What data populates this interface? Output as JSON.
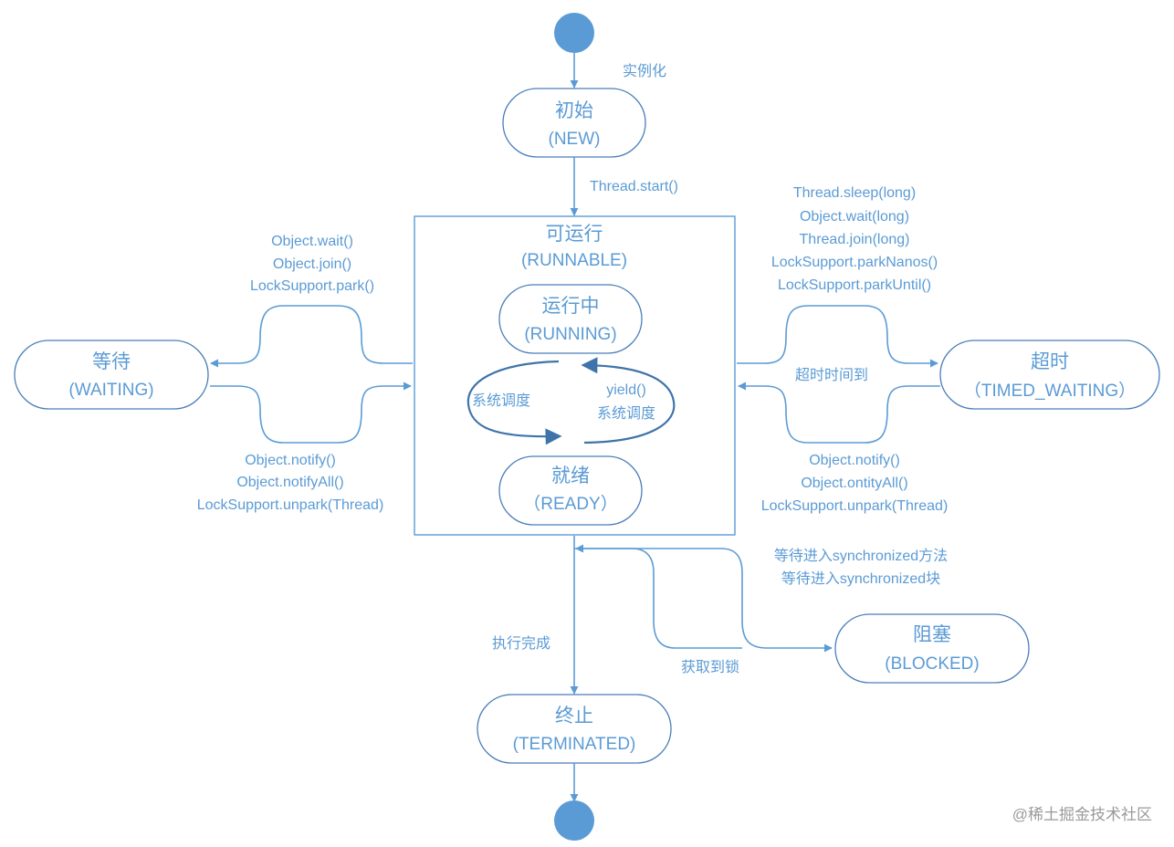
{
  "diagram": {
    "title": "Java Thread State Transition Diagram",
    "colors": {
      "primary": "#5b9bd5",
      "node_border": "#4a7eb8",
      "cycle_arrow": "#3f74aa",
      "watermark": "#9a9a9a"
    },
    "nodes": {
      "start": {
        "icon": "start-circle"
      },
      "new": {
        "title": "初始",
        "subtitle": "(NEW)"
      },
      "runnable": {
        "title": "可运行",
        "subtitle": "(RUNNABLE)"
      },
      "running": {
        "title": "运行中",
        "subtitle": "(RUNNING)"
      },
      "ready": {
        "title": "就绪",
        "subtitle": "（READY）"
      },
      "waiting": {
        "title": "等待",
        "subtitle": "(WAITING)"
      },
      "timed_waiting": {
        "title": "超时",
        "subtitle": "（TIMED_WAITING）"
      },
      "blocked": {
        "title": "阻塞",
        "subtitle": "(BLOCKED)"
      },
      "terminated": {
        "title": "终止",
        "subtitle": "(TERMINATED)"
      },
      "end": {
        "icon": "end-circle"
      }
    },
    "edges": {
      "instantiate": "实例化",
      "thread_start": "Thread.start()",
      "to_waiting": [
        "Object.wait()",
        "Object.join()",
        "LockSupport.park()"
      ],
      "from_waiting": [
        "Object.notify()",
        "Object.notifyAll()",
        "LockSupport.unpark(Thread)"
      ],
      "to_timed_waiting": [
        "Thread.sleep(long)",
        "Object.wait(long)",
        "Thread.join(long)",
        "LockSupport.parkNanos()",
        "LockSupport.parkUntil()"
      ],
      "timeout_reached": "超时时间到",
      "from_timed_waiting": [
        "Object.notify()",
        "Object.ontityAll()",
        "LockSupport.unpark(Thread)"
      ],
      "schedule_left": "系统调度",
      "schedule_right": [
        "yield()",
        "系统调度"
      ],
      "to_blocked": [
        "等待进入synchronized方法",
        "等待进入synchronized块"
      ],
      "lock_acquired": "获取到锁",
      "finished": "执行完成"
    },
    "watermark": "@稀土掘金技术社区"
  }
}
